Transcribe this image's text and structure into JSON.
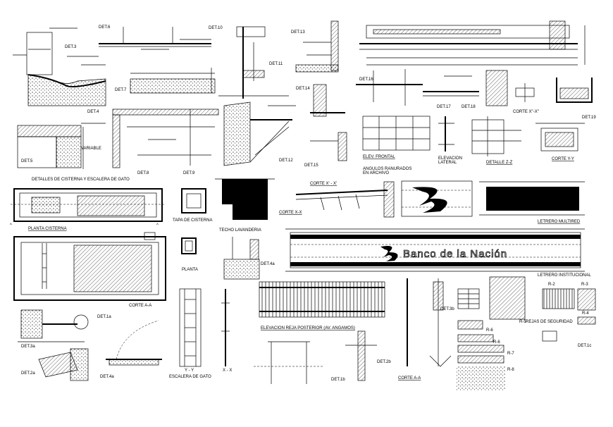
{
  "labels": {
    "det3": "DET.3",
    "det6": "DET.6",
    "det10": "DET.10",
    "det13": "DET.13",
    "det7": "DET.7",
    "det11": "DET.11",
    "det4": "DET.4",
    "det5": "DET.5",
    "det8": "DET.8",
    "det9": "DET.9",
    "det12": "DET.12",
    "det14": "DET.14",
    "det15": "DET.15",
    "det16": "DET.16",
    "det17": "DET.17",
    "det18": "DET.18",
    "det19": "DET.19",
    "variable": "VARIABLE",
    "corte_xx_top": "CORTE X\"-X\"",
    "elev_frontal": "ELEV. FRONTAL",
    "elevacion_lateral": "ELEVACION\nLATERAL",
    "detalle_zz": "DETALLE Z-Z",
    "corte_yy": "CORTE Y-Y",
    "angulos": "ANGULOS RANURADOS\nEN ARCHIVO",
    "detalles_cisterna": "DETALLES DE CISTERNA Y ESCALERA DE GATO",
    "corte_xprime": "CORTE X' - X'",
    "corte_xx": "CORTE X-X",
    "planta_cisterna": "PLANTA CISTERNA",
    "tapa_cisterna": "TAPA DE CISTERNA",
    "techo_lavanderia": "TECHO LAVANDERIA",
    "letrero_multired": "LETRERO MULTIRED",
    "banco_text": "Banco de la Nación",
    "planta": "PLANTA",
    "det4a_mid": "DET.4a",
    "letrero_institucional": "LETRERO INSTITUCIONAL",
    "corte_aa_left": "CORTE A-A",
    "det1a": "DET.1a",
    "det3a": "DET.3a",
    "det2a": "DET.2a",
    "det4a_bottom": "DET.4a",
    "yy": "Y - Y",
    "escalera_gato": "ESCALERA DE GATO",
    "xx": "X - X",
    "elevacion_reja": "ELEVACION REJA POSTERIOR (AV. ANGAMOS)",
    "det1b": "DET.1b",
    "det2b": "DET.2b",
    "det3b": "DET.3b",
    "corte_aa_right": "CORTE A-A",
    "r2": "R-2",
    "r3": "R-3",
    "r4": "R-4",
    "r5": "R-5",
    "r6": "R-6",
    "r7": "R-7",
    "r8": "R-8",
    "rejas": "REJAS DE SEGURIDAD",
    "det1c": "DET.1c",
    "caret_left": "^"
  }
}
